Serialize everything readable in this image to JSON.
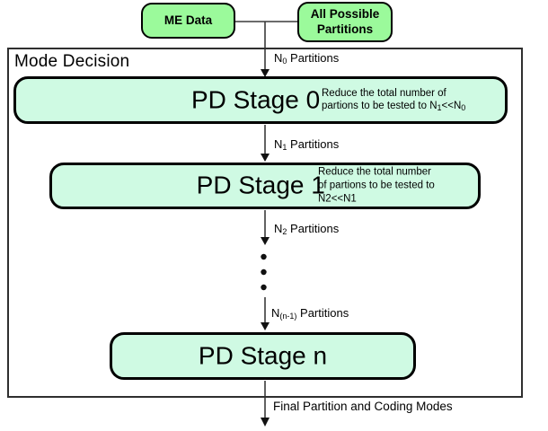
{
  "top_boxes": {
    "me_data": "ME Data",
    "all_partitions": "All Possible Partitions"
  },
  "container": {
    "label": "Mode Decision"
  },
  "stages": [
    {
      "title": "PD Stage 0",
      "note_line1": "Reduce the total number of",
      "note_line2_pre": "partions to be tested to N",
      "note_line2_sub1": "1",
      "note_line2_mid": "<<N",
      "note_line2_sub2": "0"
    },
    {
      "title": "PD Stage 1",
      "note_line1": "Reduce the total number",
      "note_line2": "of partions to be tested to",
      "note_line3": "N2<<N1"
    },
    {
      "title": "PD Stage n"
    }
  ],
  "edges": {
    "n0": {
      "base": "N",
      "sub": "0",
      "rest": " Partitions"
    },
    "n1": {
      "base": "N",
      "sub": "1",
      "rest": " Partitions"
    },
    "n2": {
      "base": "N",
      "sub": "2",
      "rest": " Partitions"
    },
    "nprev": {
      "base": "N",
      "sub": "(n-1)",
      "rest": " Partitions"
    },
    "final": "Final Partition and Coding Modes"
  },
  "colors": {
    "top_box_fill": "#9bfa9b",
    "stage_box_fill": "#cffae3",
    "box_border": "#000000",
    "outer_border": "#2f2f2f",
    "connector": "#3a3a3a",
    "text": "#000000"
  }
}
